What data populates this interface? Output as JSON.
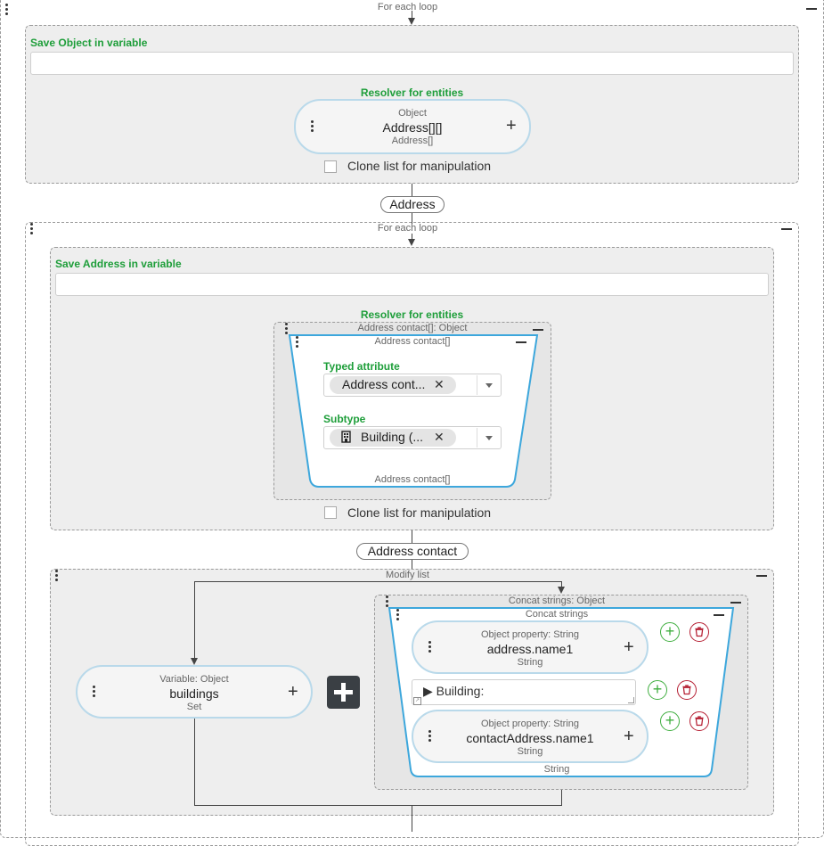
{
  "outer_loop": {
    "caption": "For each loop"
  },
  "save_object": {
    "label": "Save Object in variable",
    "input_value": "",
    "resolver_label": "Resolver for entities",
    "node": {
      "top": "Object",
      "main": "Address[][]",
      "bottom": "Address[]"
    },
    "clone_label": "Clone list for manipulation"
  },
  "tag_address": "Address",
  "inner_loop": {
    "caption": "For each loop"
  },
  "save_address": {
    "label": "Save Address in variable",
    "input_value": "",
    "resolver_label": "Resolver for entities",
    "group_caption": "Address contact[]: Object",
    "card": {
      "top": "Address contact[]",
      "typed_attribute_label": "Typed attribute",
      "typed_attribute_value": "Address cont...",
      "subtype_label": "Subtype",
      "subtype_value": "Building (...",
      "bottom": "Address contact[]"
    },
    "clone_label": "Clone list for manipulation"
  },
  "tag_address_contact": "Address contact",
  "modify_list": {
    "caption": "Modify list",
    "variable_node": {
      "top": "Variable: Object",
      "main": "buildings",
      "bottom": "Set"
    },
    "concat_group_caption": "Concat strings: Object",
    "concat": {
      "top": "Concat strings",
      "prop1": {
        "top": "Object property: String",
        "main": "address.name1",
        "bottom": "String"
      },
      "text_value": "▶ Building:",
      "prop2": {
        "top": "Object property: String",
        "main": "contactAddress.name1",
        "bottom": "String"
      },
      "bottom": "String"
    }
  },
  "colors": {
    "accent_green": "#1e9e3a",
    "pill_border": "#b9d9ea",
    "card_border": "#3da7dc",
    "delete_red": "#b51e32",
    "add_green": "#3fae3f"
  }
}
